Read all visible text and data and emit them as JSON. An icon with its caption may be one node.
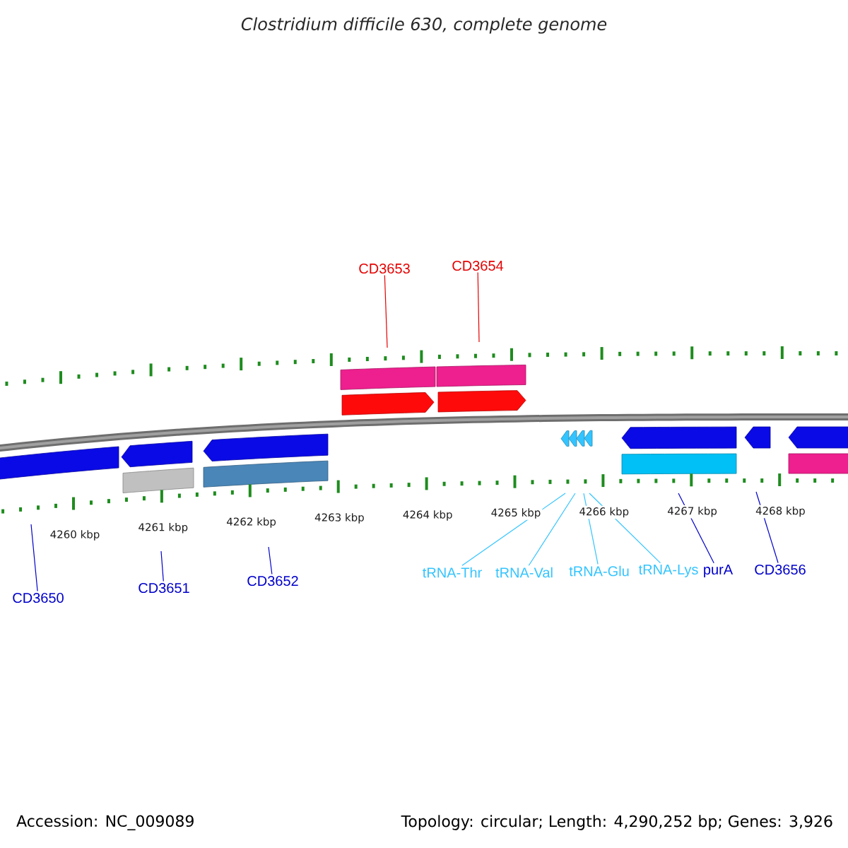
{
  "diagram": {
    "title": "*Clostridium difficile* 630, complete genome",
    "nodes": [
      {
        "text": [
          "CD3653"
        ]
      },
      {
        "text": [
          "CD3654"
        ]
      },
      {
        "text": [
          "CD3650"
        ]
      },
      {
        "text": [
          "CD3651"
        ]
      },
      {
        "text": [
          "CD3652"
        ]
      },
      {
        "text": [
          "tRNA-Thr"
        ]
      },
      {
        "text": [
          "tRNA-Val"
        ]
      },
      {
        "text": [
          "tRNA-Glu"
        ]
      },
      {
        "text": [
          "tRNA-Lys"
        ]
      },
      {
        "text": [
          "purA"
        ]
      },
      {
        "text": [
          "CD3656"
        ]
      }
    ],
    "edges": [
      {
        "from": 0,
        "to": null,
        "arrow": "none",
        "color": "#e60000"
      },
      {
        "from": 1,
        "to": null,
        "arrow": "none",
        "color": "#e60000"
      },
      {
        "from": 2,
        "to": null,
        "arrow": "none"
      },
      {
        "from": 3,
        "to": null,
        "arrow": "none"
      },
      {
        "from": 4,
        "to": null,
        "arrow": "none"
      },
      {
        "from": 5,
        "to": null,
        "arrow": "none",
        "color": "#33c4ff"
      },
      {
        "from": 6,
        "to": null,
        "arrow": "none",
        "color": "#33c4ff"
      },
      {
        "from": 7,
        "to": null,
        "arrow": "none",
        "color": "#33c4ff"
      },
      {
        "from": 8,
        "to": null,
        "arrow": "none",
        "color": "#33c4ff"
      },
      {
        "from": 9,
        "to": null,
        "arrow": "none"
      },
      {
        "from": 10,
        "to": null,
        "arrow": "none"
      }
    ],
    "labels": [
      "4260 kbp",
      "4261 kbp",
      "4262 kbp",
      "4263 kbp",
      "4264 kbp",
      "4265 kbp",
      "4266 kbp",
      "4267 kbp",
      "4268 kbp",
      "Accession: NC_009089",
      "Topology: circular; Length: 4,290,252 bp; Genes: 3,926"
    ]
  }
}
